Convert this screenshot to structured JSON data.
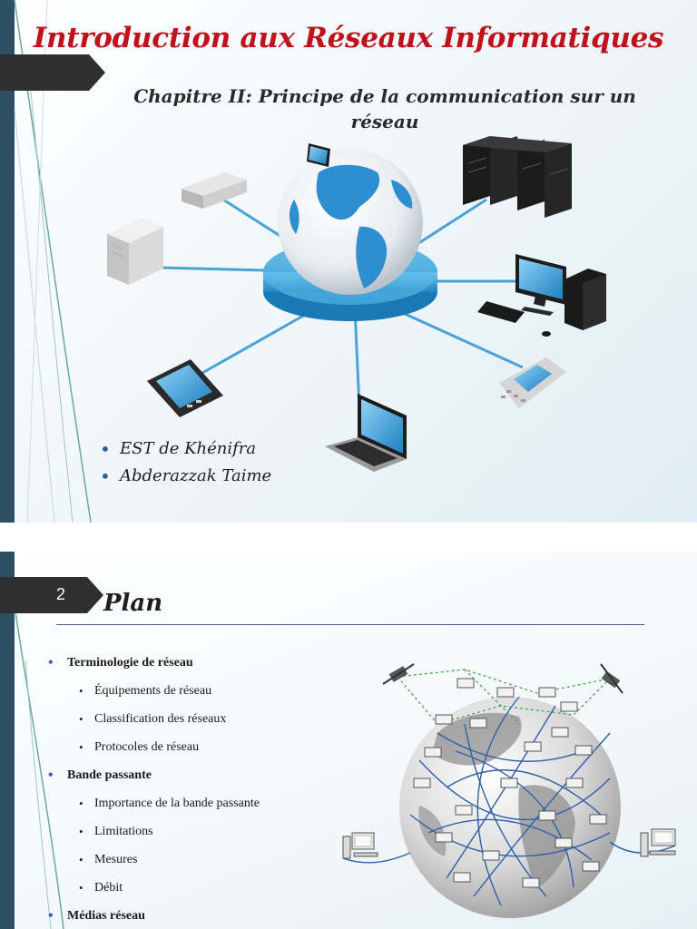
{
  "slide1": {
    "title": "Introduction aux Réseaux Informatiques",
    "subtitle_line1": "Chapitre II: Principe de la communication sur un",
    "subtitle_line2": "réseau",
    "authors": [
      "EST de Khénifra",
      "Abderazzak Taime"
    ]
  },
  "slide2": {
    "page_number": "2",
    "title": "Plan",
    "outline": [
      {
        "level": 1,
        "text": "Terminologie de réseau"
      },
      {
        "level": 2,
        "text": "Équipements de réseau"
      },
      {
        "level": 2,
        "text": "Classification des réseaux"
      },
      {
        "level": 2,
        "text": "Protocoles de réseau"
      },
      {
        "level": 1,
        "text": "Bande passante"
      },
      {
        "level": 2,
        "text": "Importance de la bande passante"
      },
      {
        "level": 2,
        "text": "Limitations"
      },
      {
        "level": 2,
        "text": "Mesures"
      },
      {
        "level": 2,
        "text": "Débit"
      },
      {
        "level": 1,
        "text": "Médias réseau"
      }
    ]
  },
  "colors": {
    "title_red": "#c0121d",
    "sidebar": "#2d4f62",
    "tab": "#2f2f2f",
    "bullet_blue": "#3a5ea8",
    "link_blue": "#4aa3d6"
  },
  "icons": [
    "globe-icon",
    "server-rack-icon",
    "switch-icon",
    "desktop-computer-icon",
    "laptop-icon",
    "tablet-icon",
    "phone-icon",
    "satellite-icon"
  ]
}
